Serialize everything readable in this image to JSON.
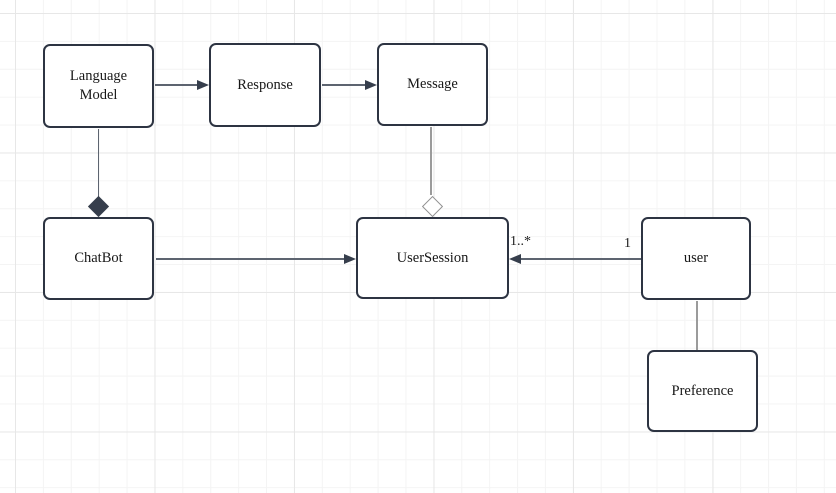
{
  "diagram": {
    "type": "uml-class-diagram",
    "nodes": {
      "language_model": {
        "label": "Language\nModel"
      },
      "response": {
        "label": "Response"
      },
      "message": {
        "label": "Message"
      },
      "chatbot": {
        "label": "ChatBot"
      },
      "user_session": {
        "label": "UserSession"
      },
      "user": {
        "label": "user"
      },
      "preference": {
        "label": "Preference"
      }
    },
    "edges": [
      {
        "from": "language_model",
        "to": "response",
        "type": "directed-arrow"
      },
      {
        "from": "response",
        "to": "message",
        "type": "directed-arrow"
      },
      {
        "from": "language_model",
        "to": "chatbot",
        "type": "composition-filled-diamond"
      },
      {
        "from": "message",
        "to": "user_session",
        "type": "aggregation-hollow-diamond"
      },
      {
        "from": "chatbot",
        "to": "user_session",
        "type": "directed-arrow"
      },
      {
        "from": "user",
        "to": "user_session",
        "type": "directed-arrow",
        "source_label": "1",
        "target_label": "1..*"
      },
      {
        "from": "user",
        "to": "preference",
        "type": "association-line"
      }
    ],
    "labels": {
      "user_to_usersession_target_multiplicity": "1..*",
      "user_to_usersession_source_multiplicity": "1"
    },
    "colors": {
      "canvas_bg": "#ffffff",
      "grid_minor": "#f4f4f4",
      "grid_major": "#e7e7e7",
      "node_border": "#2d3442",
      "node_fill": "#ffffff",
      "text": "#171717",
      "connector": "#5d6470",
      "arrowhead": "#363e4c",
      "association_line": "#9b9b9b"
    }
  }
}
